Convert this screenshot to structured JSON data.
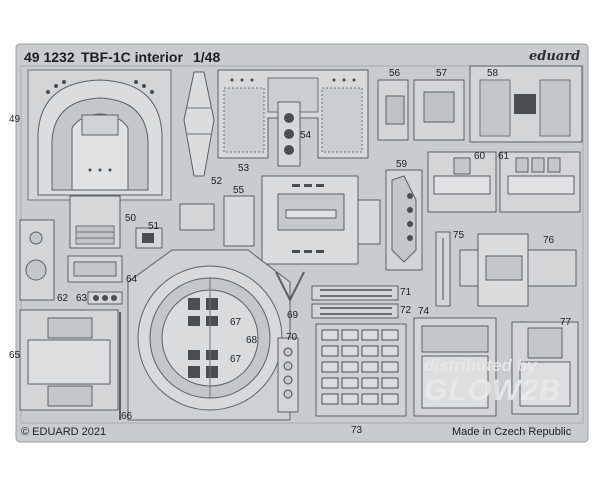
{
  "header": {
    "code": "49 1232",
    "title": "TBF-1C interior",
    "scale": "1/48",
    "brand": "eduard"
  },
  "footer": {
    "copyright": "© EDUARD 2021",
    "made_in": "Made in Czech Republic"
  },
  "part_numbers": {
    "p49": "49",
    "p50": "50",
    "p51": "51",
    "p52": "52",
    "p53": "53",
    "p54": "54",
    "p55": "55",
    "p56": "56",
    "p57": "57",
    "p58": "58",
    "p59": "59",
    "p60": "60",
    "p61": "61",
    "p62": "62",
    "p63": "63",
    "p64": "64",
    "p65": "65",
    "p66": "66",
    "p67a": "67",
    "p67b": "67",
    "p68": "68",
    "p69": "69",
    "p70": "70",
    "p71": "71",
    "p72": "72",
    "p73": "73",
    "p74": "74",
    "p75": "75",
    "p76": "76",
    "p77": "77"
  },
  "watermark": {
    "line1": "distributed by",
    "line2": "GLOW2B"
  },
  "colors": {
    "sheet": "#c9ccce",
    "part": "#d7d9db",
    "line": "#6f7376",
    "dark": "#3e4245"
  }
}
